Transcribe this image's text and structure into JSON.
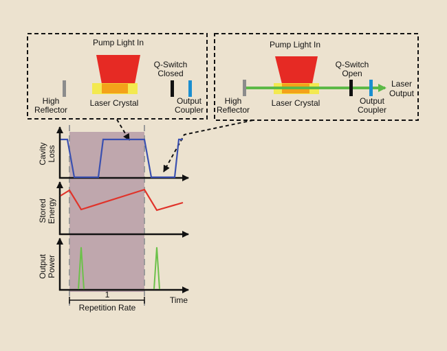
{
  "colors": {
    "background": "#ece2cf",
    "shade": "#bfa7ad",
    "cavity_loss": "#3a50b0",
    "stored_energy": "#e0332a",
    "output_power": "#6cc14a",
    "pump": "#e62a24",
    "crystal": "#f3a21a",
    "crystal_glow": "#f4ea3a",
    "high_reflector": "#8c8c8c",
    "output_coupler": "#1a8ed0",
    "laser_beam": "#5cb947"
  },
  "left_panel": {
    "pump_label": "Pump Light In",
    "qswitch_line1": "Q-Switch",
    "qswitch_line2": "Closed",
    "reflector_line1": "High",
    "reflector_line2": "Reflector",
    "crystal_label": "Laser Crystal",
    "coupler_line1": "Output",
    "coupler_line2": "Coupler"
  },
  "right_panel": {
    "pump_label": "Pump Light In",
    "qswitch_line1": "Q-Switch",
    "qswitch_line2": "Open",
    "reflector_line1": "High",
    "reflector_line2": "Reflector",
    "crystal_label": "Laser Crystal",
    "coupler_line1": "Output",
    "coupler_line2": "Coupler",
    "laser_line1": "Laser",
    "laser_line2": "Output"
  },
  "plots": {
    "cavity_loss_line1": "Cavity",
    "cavity_loss_line2": "Loss",
    "stored_energy_line1": "Stored",
    "stored_energy_line2": "Energy",
    "output_power_line1": "Output",
    "output_power_line2": "Power",
    "time_label": "Time",
    "period_value": "1",
    "period_label": "Repetition Rate"
  }
}
